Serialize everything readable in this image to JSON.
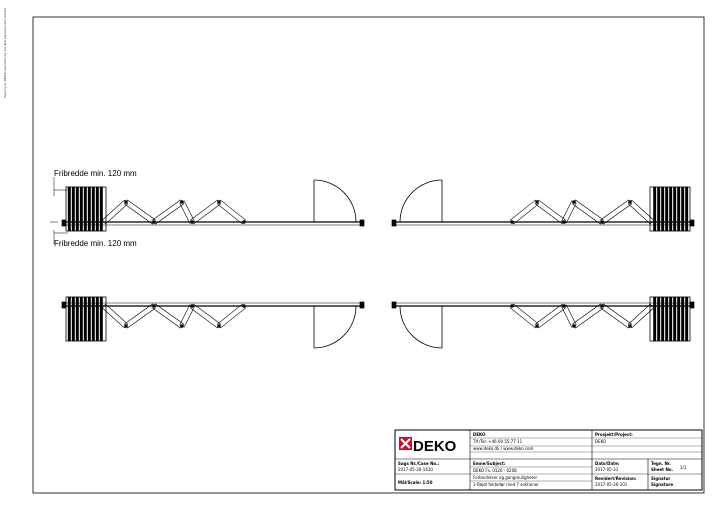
{
  "side_note": "Tegning er DEKOs eiendom og må ikke kopieres uten tillatelse",
  "notes": {
    "clearance_top": "Fribredde min. 120 mm",
    "clearance_bottom": "Fribredde min. 120 mm"
  },
  "title_block": {
    "logo_text": "DEKO",
    "company_name": "DEKO",
    "company_phone": "Tlf./Tel: +46 60 55 77 11",
    "company_web": "www.deko.dk / www.deko.com",
    "project_label": "Prosjekt/Project:",
    "project_value": "DEKO",
    "case_label": "Sags Nr./Case No.:",
    "case_value": "2017-05-30-1430",
    "subject_label": "Emne/Subject:",
    "subject_value1": "DEKO Fv. 0126 - 0208",
    "subject_value2": "Forbindelser og gangmuligheter",
    "subject_value3": "1-fløjet foldedør med 7 sektioner",
    "date_label": "Dato/Date:",
    "date_value": "2017-05-31",
    "sheet_label1": "Tegn. Nr.",
    "sheet_label2": "Sheet No.",
    "sheet_value": "1/1",
    "scale_label": "Mål/Scale: 1:50",
    "revision_label": "Revidert/Revision:",
    "revision_value": "2017-05-30-101",
    "signature_label1": "Signatur",
    "signature_label2": "Signature"
  },
  "colors": {
    "line": "#000000",
    "logo_red": "#c8102e"
  }
}
